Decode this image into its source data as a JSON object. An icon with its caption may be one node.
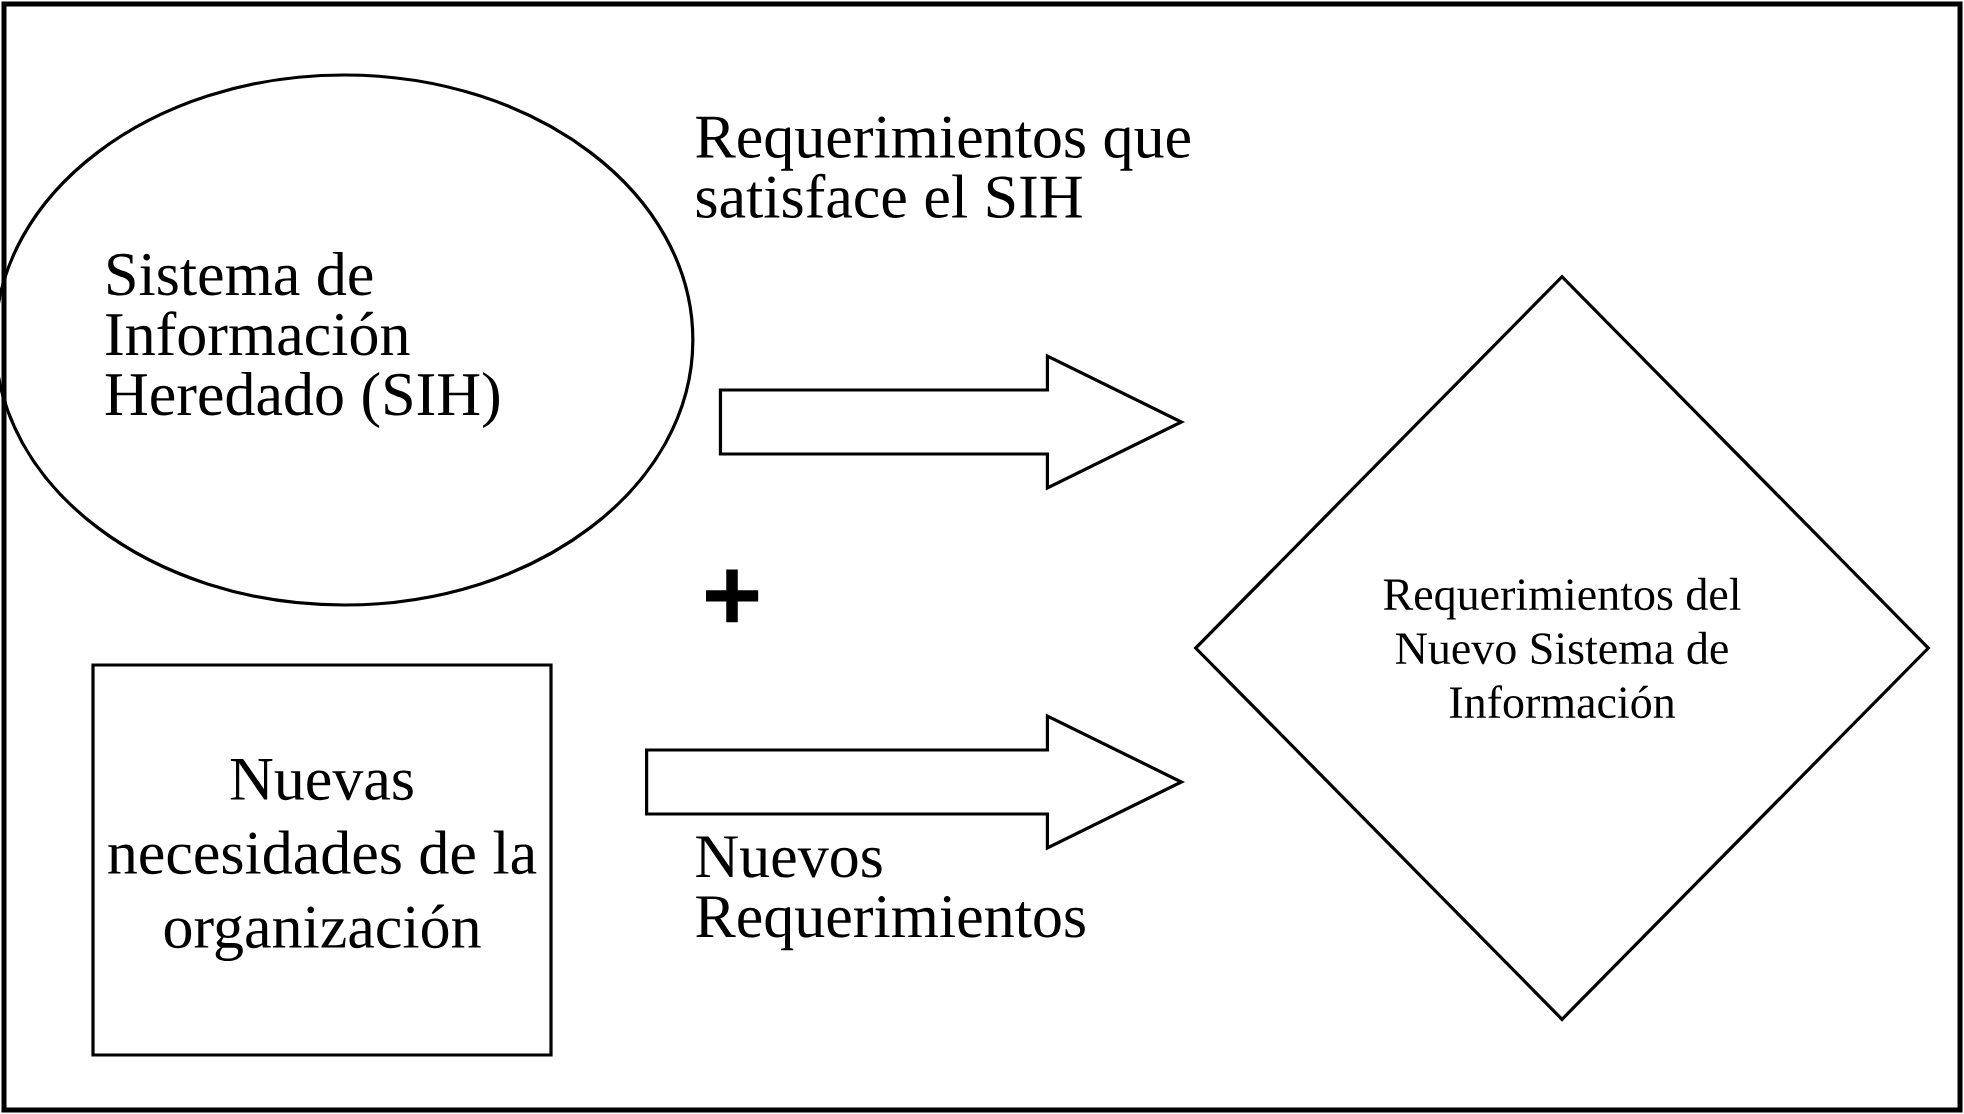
{
  "diagram": {
    "nodes": [
      {
        "text": [
          "Sistema de Información Heredado (SIH)"
        ]
      },
      {
        "text": [
          "Nuevas necesidades de la organización"
        ]
      },
      {
        "text": [
          "Requerimientos del Nuevo Sistema de Información"
        ]
      }
    ],
    "edges": [
      {
        "from": 0,
        "to": 2,
        "arrow": "to",
        "label": "Requerimientos que satisface el SIH"
      },
      {
        "from": 1,
        "to": 2,
        "arrow": "to",
        "label": "Nuevos Requerimientos"
      }
    ],
    "labels": [
      "+"
    ]
  }
}
